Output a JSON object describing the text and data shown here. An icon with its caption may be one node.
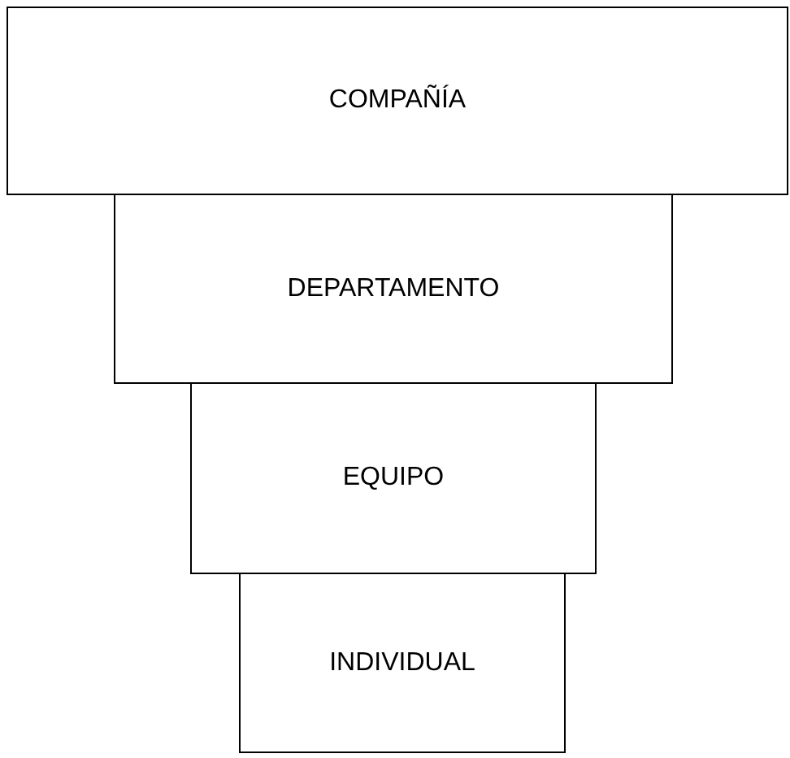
{
  "diagram": {
    "nodes": [
      {
        "text": [
          "COMPAÑÍA"
        ]
      },
      {
        "text": [
          "DEPARTAMENTO"
        ]
      },
      {
        "text": [
          "EQUIPO"
        ]
      },
      {
        "text": [
          "INDIVIDUAL"
        ]
      }
    ]
  }
}
